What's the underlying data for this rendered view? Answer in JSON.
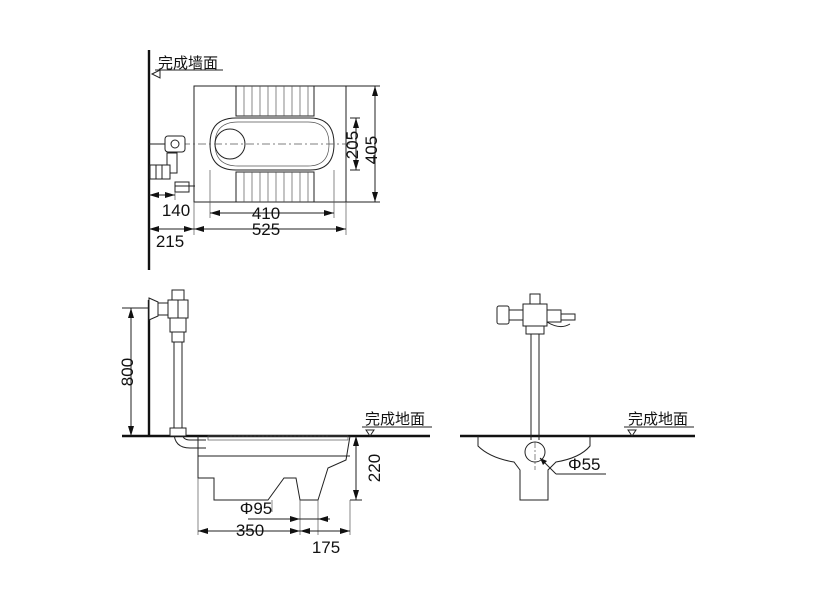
{
  "labels": {
    "wall_finish": "完成墙面",
    "floor_finish_left": "完成地面",
    "floor_finish_right": "完成地面"
  },
  "dimensions": {
    "d_205": "205",
    "d_405": "405",
    "d_140": "140",
    "d_410": "410",
    "d_215": "215",
    "d_525": "525",
    "d_800": "800",
    "d_220": "220",
    "d_phi95": "Φ95",
    "d_350": "350",
    "d_175": "175",
    "d_phi55": "Φ55"
  }
}
